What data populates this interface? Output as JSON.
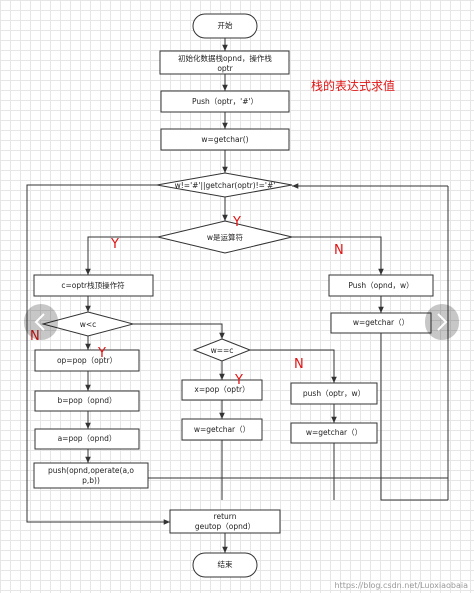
{
  "diagram": {
    "title": "栈的表达式求值",
    "nodes": {
      "start": "开始",
      "init_1": "初始化数据栈opnd，操作栈",
      "init_2": "optr",
      "push_hash": "Push（optr，'#'）",
      "getchar_first": "w=getchar()",
      "loop_cond": "w!='#'||getchar(optr)!='#'",
      "is_operator": "w是运算符",
      "c_top": "c=optr栈顶操作符",
      "push_opnd": "Push（opnd，w）",
      "getchar_after_push": "w=getchar（）",
      "cmp_lt": "w<c",
      "pop_op": "op=pop（optr）",
      "pop_b": "b=pop（opnd）",
      "pop_a": "a=pop（opnd）",
      "push_result_1": "push(opnd,operate(a,o",
      "push_result_2": "p,b))",
      "cmp_eq": "w==c",
      "pop_x": "x=pop（optr）",
      "getchar_after_x": "w=getchar（）",
      "push_optr": "push（optr，w）",
      "getchar_after_optr": "w=getchar（）",
      "return_1": "return",
      "return_2": "geutop（opnd）",
      "end": "结束"
    },
    "branch_labels": {
      "loop_yes": "Y",
      "op_yes": "Y",
      "op_no": "N",
      "lt_yes": "Y",
      "lt_no": "N",
      "eq_yes": "Y",
      "eq_no": "N"
    },
    "watermark": "https://blog.csdn.net/Luoxiaobaia"
  },
  "colors": {
    "accent": "#e01414",
    "line": "#333333"
  },
  "icons": {
    "prev": "chevron-left-icon",
    "next": "chevron-right-icon"
  }
}
